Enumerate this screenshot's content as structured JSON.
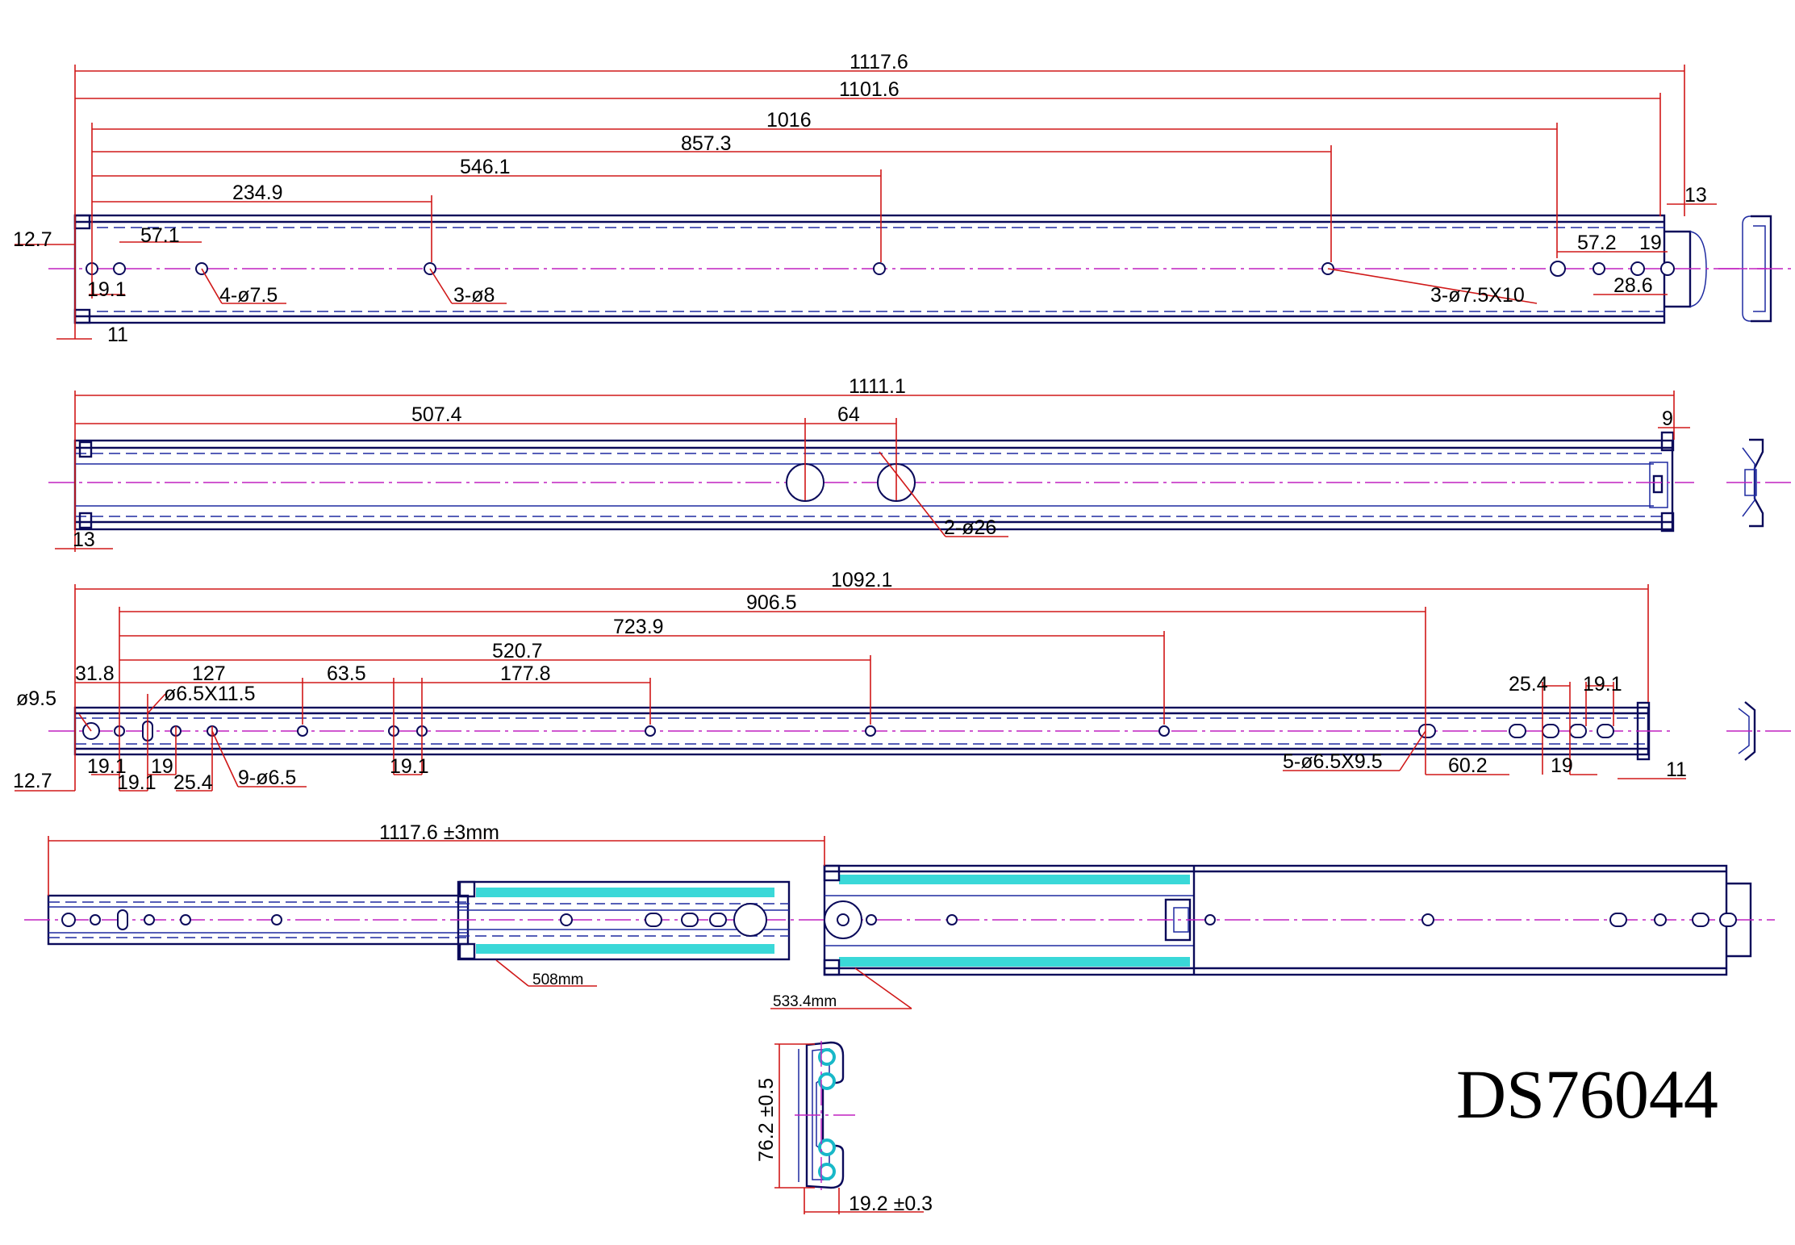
{
  "drawing": {
    "model": "DS76044",
    "view_top": {
      "dims": [
        "1117.6",
        "1101.6",
        "1016",
        "857.3",
        "546.1",
        "234.9",
        "13",
        "12.7",
        "57.1",
        "19.1",
        "4-ø7.5",
        "3-ø8",
        "11",
        "57.2",
        "19",
        "28.6",
        "3-ø7.5X10"
      ]
    },
    "view_middle": {
      "dims": [
        "1111.1",
        "507.4",
        "64",
        "9",
        "2-ø26",
        "13"
      ]
    },
    "view_lower": {
      "dims": [
        "1092.1",
        "906.5",
        "723.9",
        "520.7",
        "31.8",
        "127",
        "63.5",
        "177.8",
        "ø6.5X11.5",
        "ø9.5",
        "12.7",
        "19.1",
        "19.1",
        "19",
        "25.4",
        "9-ø6.5",
        "19.1",
        "25.4",
        "19.1",
        "5-ø6.5X9.5",
        "60.2",
        "19",
        "11"
      ]
    },
    "view_assembly": {
      "dims": [
        "1117.6 ±3mm",
        "508mm",
        "533.4mm"
      ]
    },
    "view_section": {
      "dims": [
        "76.2 ±0.5",
        "19.2 ±0.3"
      ]
    }
  },
  "colors": {
    "outline": "#0a0a5a",
    "dimension": "#d01818",
    "centerline": "#c020c0",
    "slide_fill": "#3ad8d8"
  }
}
